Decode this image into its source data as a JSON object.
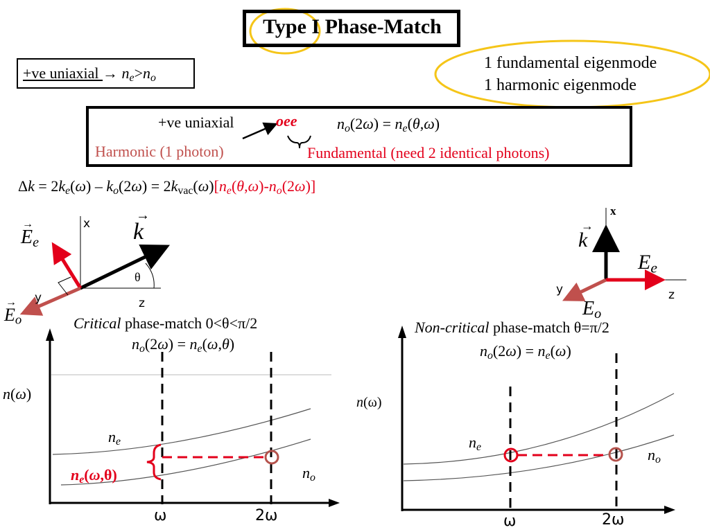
{
  "title": "Type I Phase-Match",
  "uniaxial_note": {
    "label": "+ve uniaxial ",
    "arrow": "→ ",
    "ne": "n",
    "ne_sub": "e",
    "gt": ">",
    "no": "n",
    "no_sub": "o"
  },
  "eigenmodes": {
    "line1": "1 fundamental eigenmode",
    "line2": "1 harmonic eigenmode"
  },
  "oee_box": {
    "uniaxial": "+ve uniaxial",
    "oee": "oee",
    "harmonic": "Harmonic (1 photon)",
    "fundamental": "Fundamental (need 2 identical photons)",
    "condition": "n_o(2ω) = n_e(θ,ω)"
  },
  "delta_k": {
    "black_part": "Δk = 2k_e(ω) – k_o(2ω) = 2k_vac(ω)",
    "red_part": "[n_e(θ,ω)-n_o(2ω)]"
  },
  "left_axes": {
    "x": "x",
    "y": "y",
    "z": "z",
    "k": "k",
    "Ee": "E",
    "Ee_sub": "e",
    "Eo": "E",
    "Eo_sub": "o",
    "theta": "θ"
  },
  "right_axes": {
    "x": "x",
    "y": "y",
    "z": "z",
    "k": "k",
    "Ee": "E",
    "Ee_sub": "e",
    "Eo": "E",
    "Eo_sub": "o"
  },
  "critical_plot": {
    "caption_italic": "Critical",
    "caption_rest": " phase-match 0<θ<π/2",
    "condition": "n_o(2ω) = n_e(ω,θ)",
    "ylabel": "n(ω)",
    "ne_label": "n_e",
    "no_label": "n_o",
    "brace_label": "n_e(ω,θ)",
    "tick1": "ω",
    "tick2": "2ω"
  },
  "noncritical_plot": {
    "caption_italic": "Non-critical",
    "caption_rest": " phase-match θ=π/2",
    "condition": "n_o(2ω) = n_e(ω)",
    "ylabel": "n(ω)",
    "ne_label": "n_e",
    "no_label": "n_o",
    "tick1": "ω",
    "tick2": "2ω"
  },
  "colors": {
    "red": "#e3001b",
    "muted_red": "#c0504d",
    "highlight_yellow": "#f5c518",
    "ring_brown": "#b5524c"
  },
  "icons": [
    "right-arrow-icon"
  ]
}
